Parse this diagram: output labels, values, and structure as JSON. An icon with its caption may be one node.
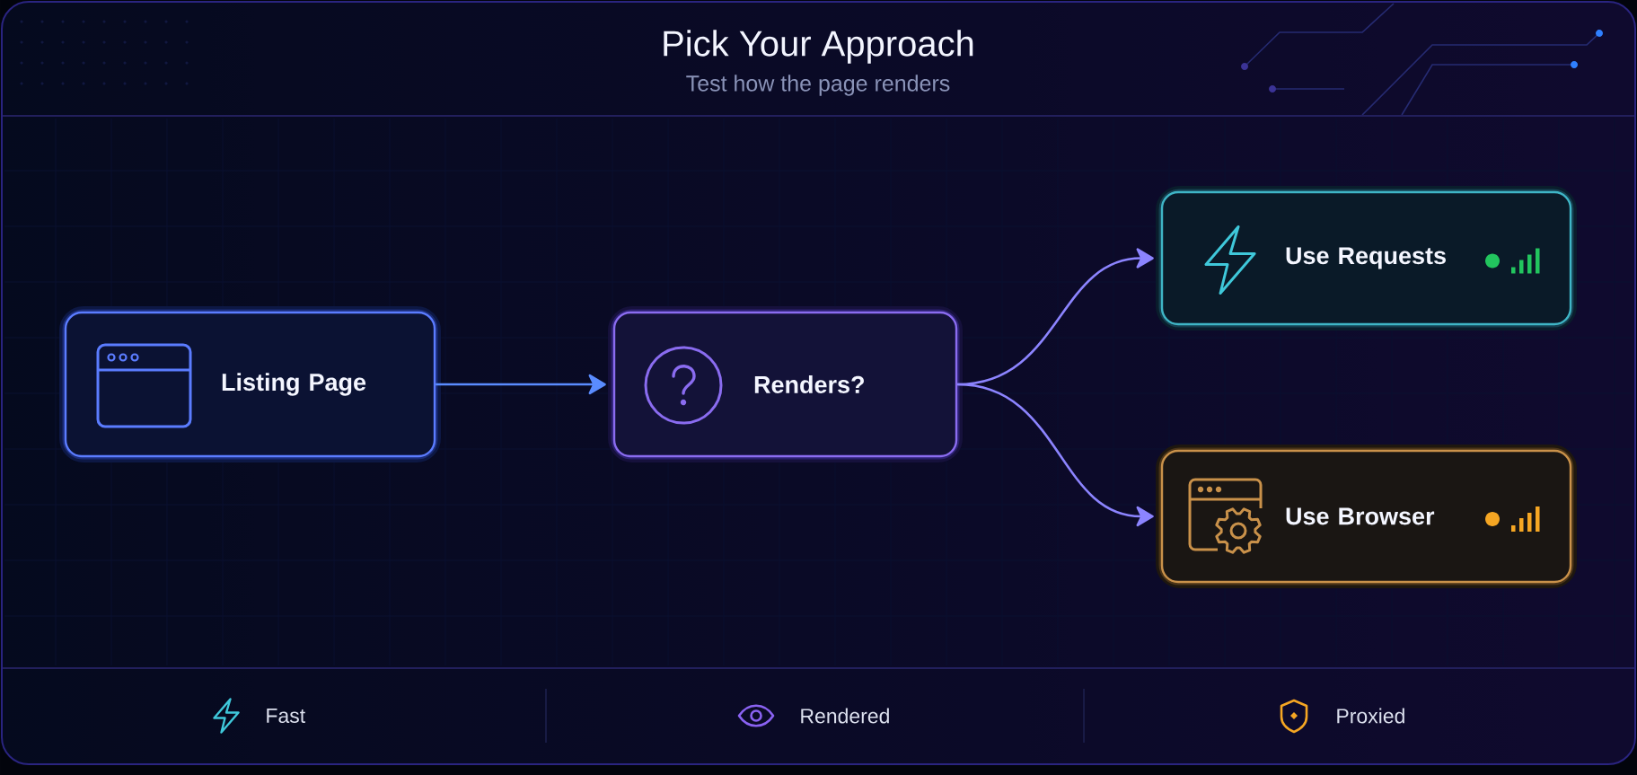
{
  "diagram": {
    "title": "Pick Your Approach",
    "nodes": [
      {
        "text": [
          "Listing Page"
        ]
      },
      {
        "text": [
          "Renders?"
        ]
      },
      {
        "text": [
          "Use Requests"
        ]
      },
      {
        "text": [
          "Use Browser"
        ]
      }
    ],
    "edges": [
      {
        "from": 0,
        "to": 1,
        "arrow": "to",
        "color": "#5a8cff"
      },
      {
        "from": 1,
        "to": 2,
        "arrow": "to"
      },
      {
        "from": 1,
        "to": 3,
        "arrow": "to"
      }
    ],
    "labels": [
      "Test how the page renders",
      "Fast",
      "Rendered",
      "Proxied"
    ]
  }
}
